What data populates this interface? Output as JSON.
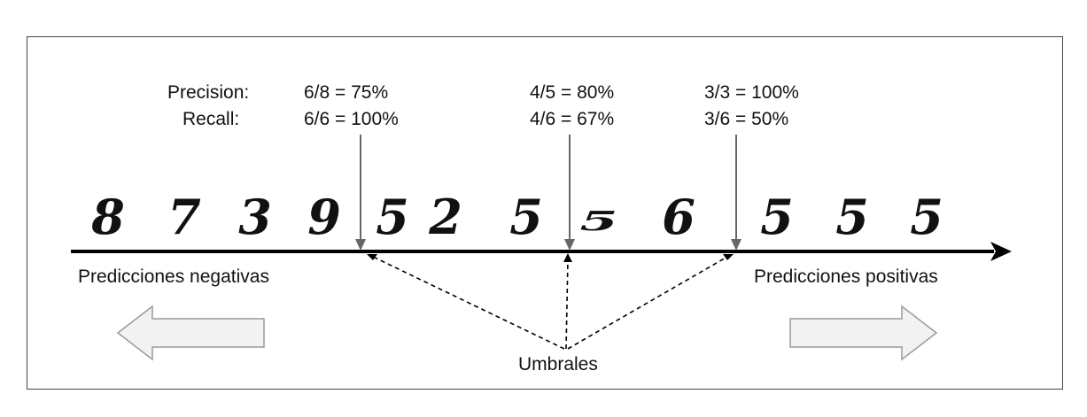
{
  "labels": {
    "precision": "Precision:",
    "recall": "Recall:",
    "negative": "Predicciones negativas",
    "positive": "Predicciones positivas",
    "thresholds": "Umbrales"
  },
  "thresholds": [
    {
      "precision": "6/8  =  75%",
      "recall": "6/6 = 100%"
    },
    {
      "precision": "4/5  =  80%",
      "recall": "4/6  =  67%"
    },
    {
      "precision": "3/3  =  100%",
      "recall": "3/6  =  50%"
    }
  ],
  "digits": [
    "8",
    "7",
    "3",
    "9",
    "5",
    "2",
    "5",
    "5",
    "6",
    "5",
    "5",
    "5"
  ],
  "colors": {
    "axis": "#000000",
    "threshold_line": "#666666",
    "arrow_fill": "#f2f2f2",
    "arrow_stroke": "#9a9a9a"
  }
}
